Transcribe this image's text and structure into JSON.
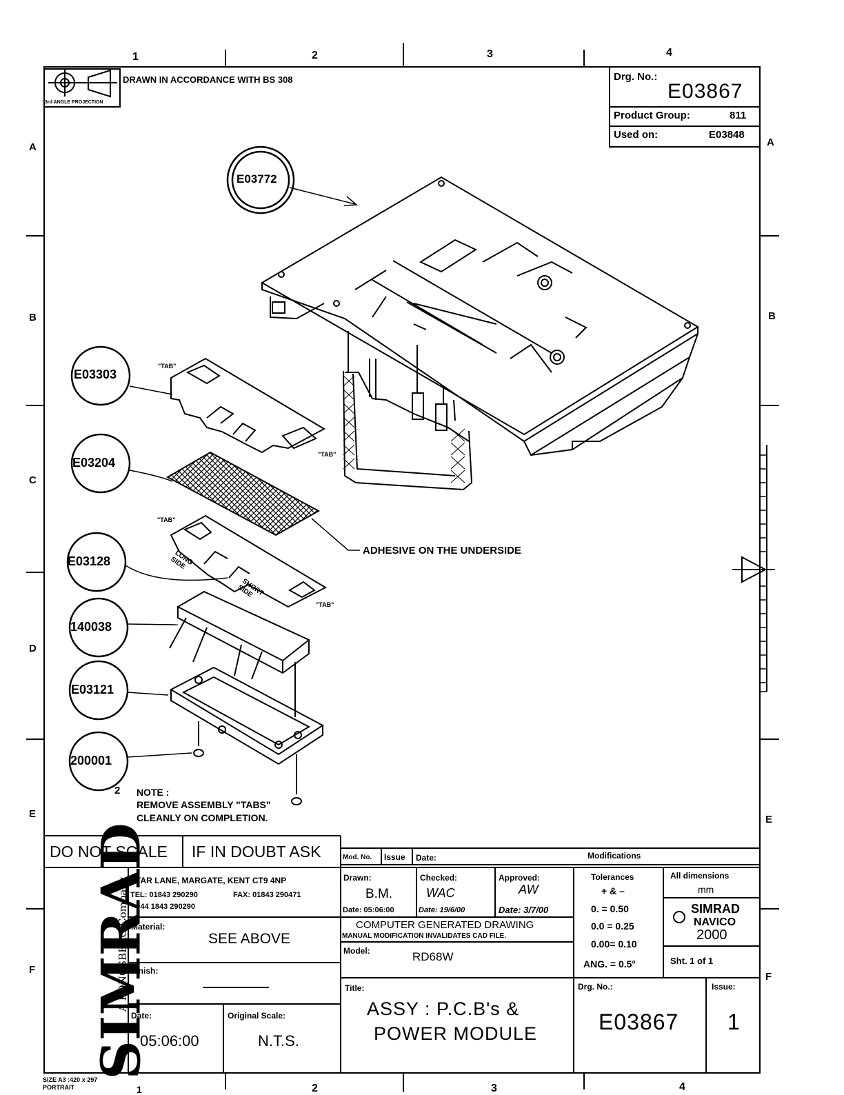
{
  "zones": {
    "columns": [
      "1",
      "2",
      "3",
      "4"
    ],
    "rows": [
      "A",
      "B",
      "C",
      "D",
      "E",
      "F"
    ]
  },
  "projection": {
    "label": "3rd ANGLE PROJECTION",
    "note": "DRAWN IN ACCORDANCE WITH BS 308"
  },
  "header_box": {
    "drg_no_label": "Drg. No.:",
    "drg_no": "E03867",
    "product_group_label": "Product Group:",
    "product_group": "811",
    "used_on_label": "Used on:",
    "used_on": "E03848"
  },
  "balloons": [
    "E03772",
    "E03303",
    "E03204",
    "E03128",
    "140038",
    "E03121",
    "200001"
  ],
  "callouts": {
    "tab": "\"TAB\"",
    "adhesive": "ADHESIVE ON THE UNDERSIDE",
    "long_side": "LONG SIDE",
    "short_side": "SHORT SIDE",
    "note_number": "2",
    "note_lines": [
      "NOTE :",
      "REMOVE ASSEMBLY \"TABS\"",
      "CLEANLY ON COMPLETION."
    ]
  },
  "title_block": {
    "do_not_scale": "DO NOT SCALE",
    "if_in_doubt": "IF IN DOUBT ASK",
    "mod_no_label": "Mod. No.",
    "issue_label_top": "Issue",
    "date_label_top": "Date:",
    "modifications_label": "Modifications",
    "company_logo": "SIMRAD",
    "company_sub": "A KONGSBERG Company",
    "address": "STAR LANE, MARGATE, KENT CT9 4NP",
    "tel": "TEL: 01843 290290",
    "fax": "FAX: 01843 290471",
    "tel_intl": "+44 1843 290290",
    "material_label": "Material:",
    "material": "SEE ABOVE",
    "finish_label": "Finish:",
    "date_label": "Date:",
    "date": "05:06:00",
    "original_scale_label": "Original Scale:",
    "original_scale": "N.T.S.",
    "drawn_label": "Drawn:",
    "drawn": "B.M.",
    "drawn_date": "Date: 05:06:00",
    "checked_label": "Checked:",
    "checked": "WAC",
    "checked_date": "Date: 19/6/00",
    "approved_label": "Approved:",
    "approved": "AW",
    "approved_date": "Date: 3/7/00",
    "cad_line1": "COMPUTER GENERATED DRAWING",
    "cad_line2": "MANUAL MODIFICATION INVALIDATES CAD FILE.",
    "model_label": "Model:",
    "model": "RD68W",
    "title_label": "Title:",
    "title_line1": "ASSY : P.C.B's &",
    "title_line2": "POWER MODULE",
    "tolerances_label": "Tolerances",
    "tolerances_sign": "+ & –",
    "tol_rows": [
      "0.   = 0.50",
      "0.0  = 0.25",
      "0.00= 0.10",
      "ANG. = 0.5°"
    ],
    "all_dims_label": "All dimensions",
    "all_dims_unit": "mm",
    "copyright_brand": "SIMRAD",
    "copyright_brand2": "NAVICO",
    "copyright_year": "2000",
    "sheet": "Sht.  1   of   1",
    "drg_no_label": "Drg. No.:",
    "drg_no": "E03867",
    "issue_label": "Issue:",
    "issue": "1"
  },
  "footer": {
    "size": "SIZE  A3 :420 x 297",
    "orientation": "PORTRAIT"
  }
}
